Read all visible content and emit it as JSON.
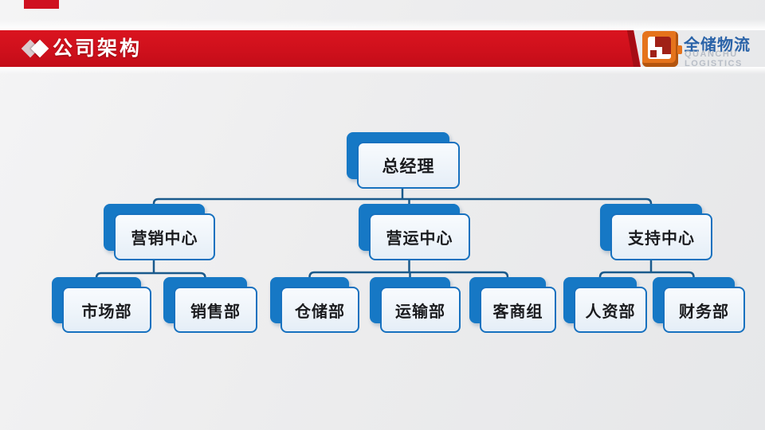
{
  "header": {
    "title": "公司架构"
  },
  "brand": {
    "name": "全储物流",
    "line1": "QUANCHU",
    "line2": "LOGISTICS"
  },
  "org": {
    "root": {
      "label": "总经理",
      "children": [
        {
          "label": "营销中心",
          "children": [
            {
              "label": "市场部"
            },
            {
              "label": "销售部"
            }
          ]
        },
        {
          "label": "营运中心",
          "children": [
            {
              "label": "仓储部"
            },
            {
              "label": "运输部"
            },
            {
              "label": "客商组"
            }
          ]
        },
        {
          "label": "支持中心",
          "children": [
            {
              "label": "人资部"
            },
            {
              "label": "财务部"
            }
          ]
        }
      ]
    }
  },
  "colors": {
    "accent_red": "#cf1120",
    "box_blue": "#1678c5",
    "box_border_blue": "#1771bf",
    "connector_blue": "#1a5a8c",
    "logo_orange": "#e5731c",
    "logo_glyph_red": "#a02117",
    "brand_blue": "#2a63a8"
  }
}
